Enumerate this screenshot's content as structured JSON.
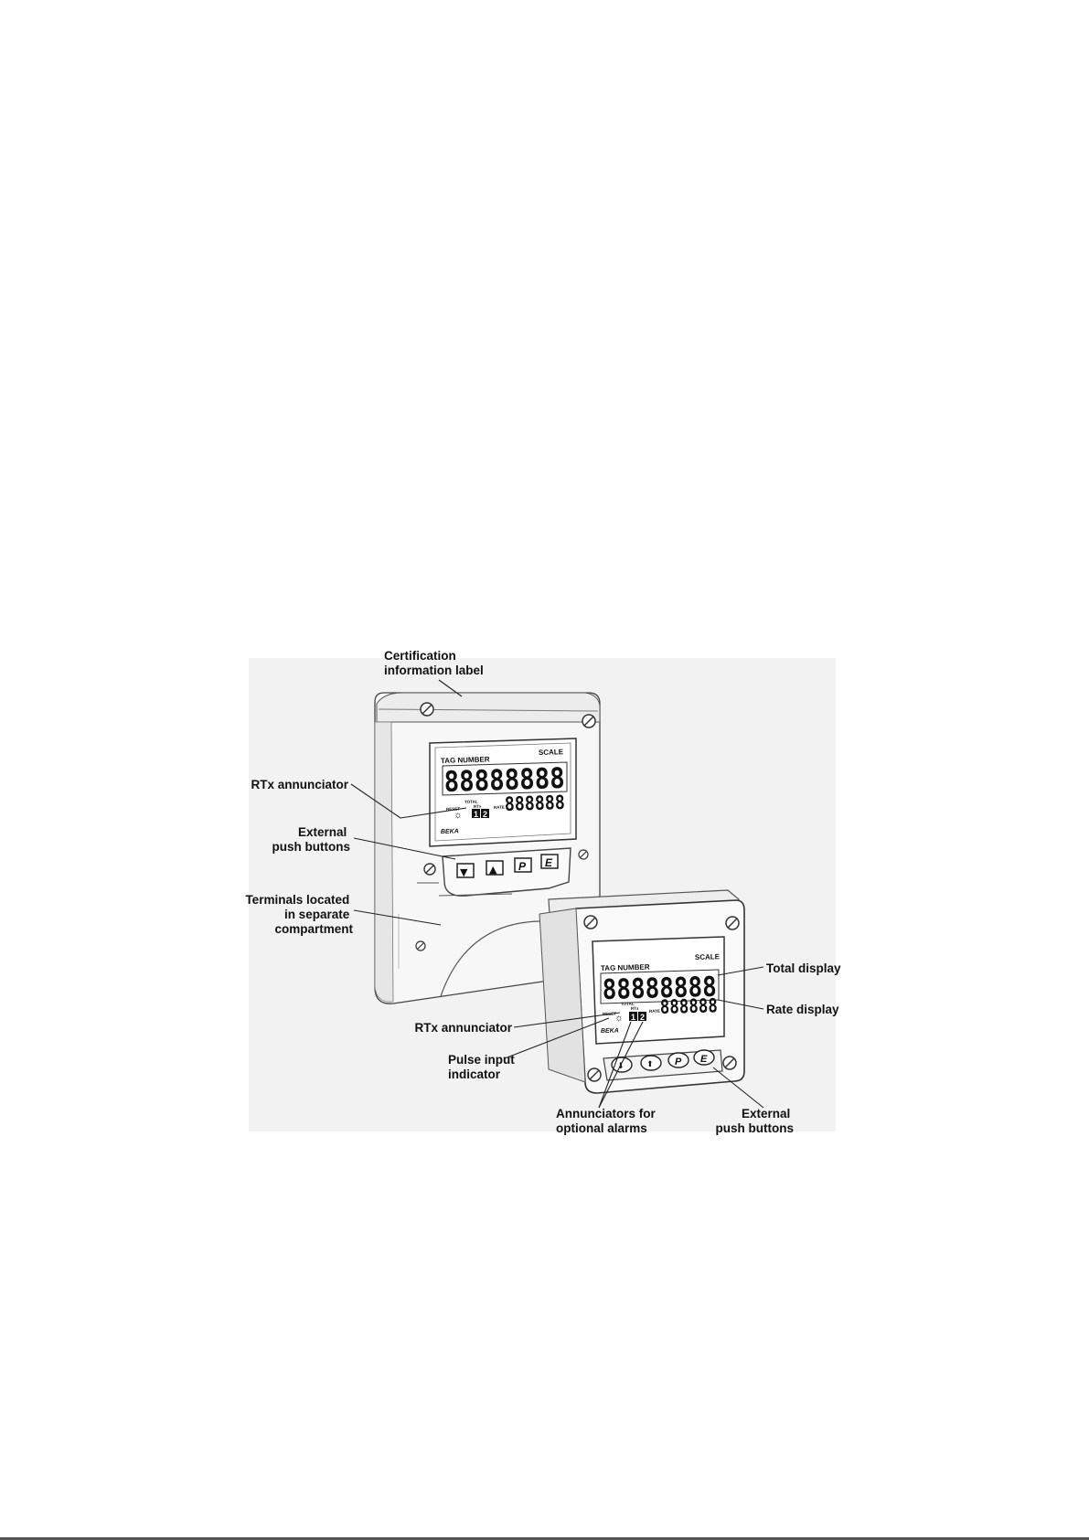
{
  "panel": {
    "tag_number": "TAG NUMBER",
    "scale": "SCALE",
    "total_digits": "88888888",
    "rate_digits": "888888",
    "reset": "RESET",
    "total": "TOTAL",
    "rtx": "RTx",
    "rate": "RATE",
    "alarm_1": "1",
    "alarm_2": "2",
    "brand": "BEKA"
  },
  "wall_unit": {
    "buttons": {
      "down": "▼",
      "up": "▲",
      "p": "P",
      "e": "E"
    }
  },
  "panel_unit": {
    "buttons": {
      "down": "⬇",
      "up": "⬆",
      "p": "P",
      "e": "E"
    }
  },
  "callouts": {
    "certification_line1": "Certification",
    "certification_line2": "information label",
    "rtx_upper": "RTx annunciator",
    "ext_buttons_upper_line1": "External",
    "ext_buttons_upper_line2": "push buttons",
    "terminals_line1": "Terminals located",
    "terminals_line2": "in separate",
    "terminals_line3": "compartment",
    "total_display": "Total display",
    "rate_display": "Rate display",
    "rtx_lower": "RTx annunciator",
    "pulse_line1": "Pulse input",
    "pulse_line2": "indicator",
    "alarms_line1": "Annunciators for",
    "alarms_line2": "optional alarms",
    "ext_buttons_lower_line1": "External",
    "ext_buttons_lower_line2": "push buttons"
  }
}
